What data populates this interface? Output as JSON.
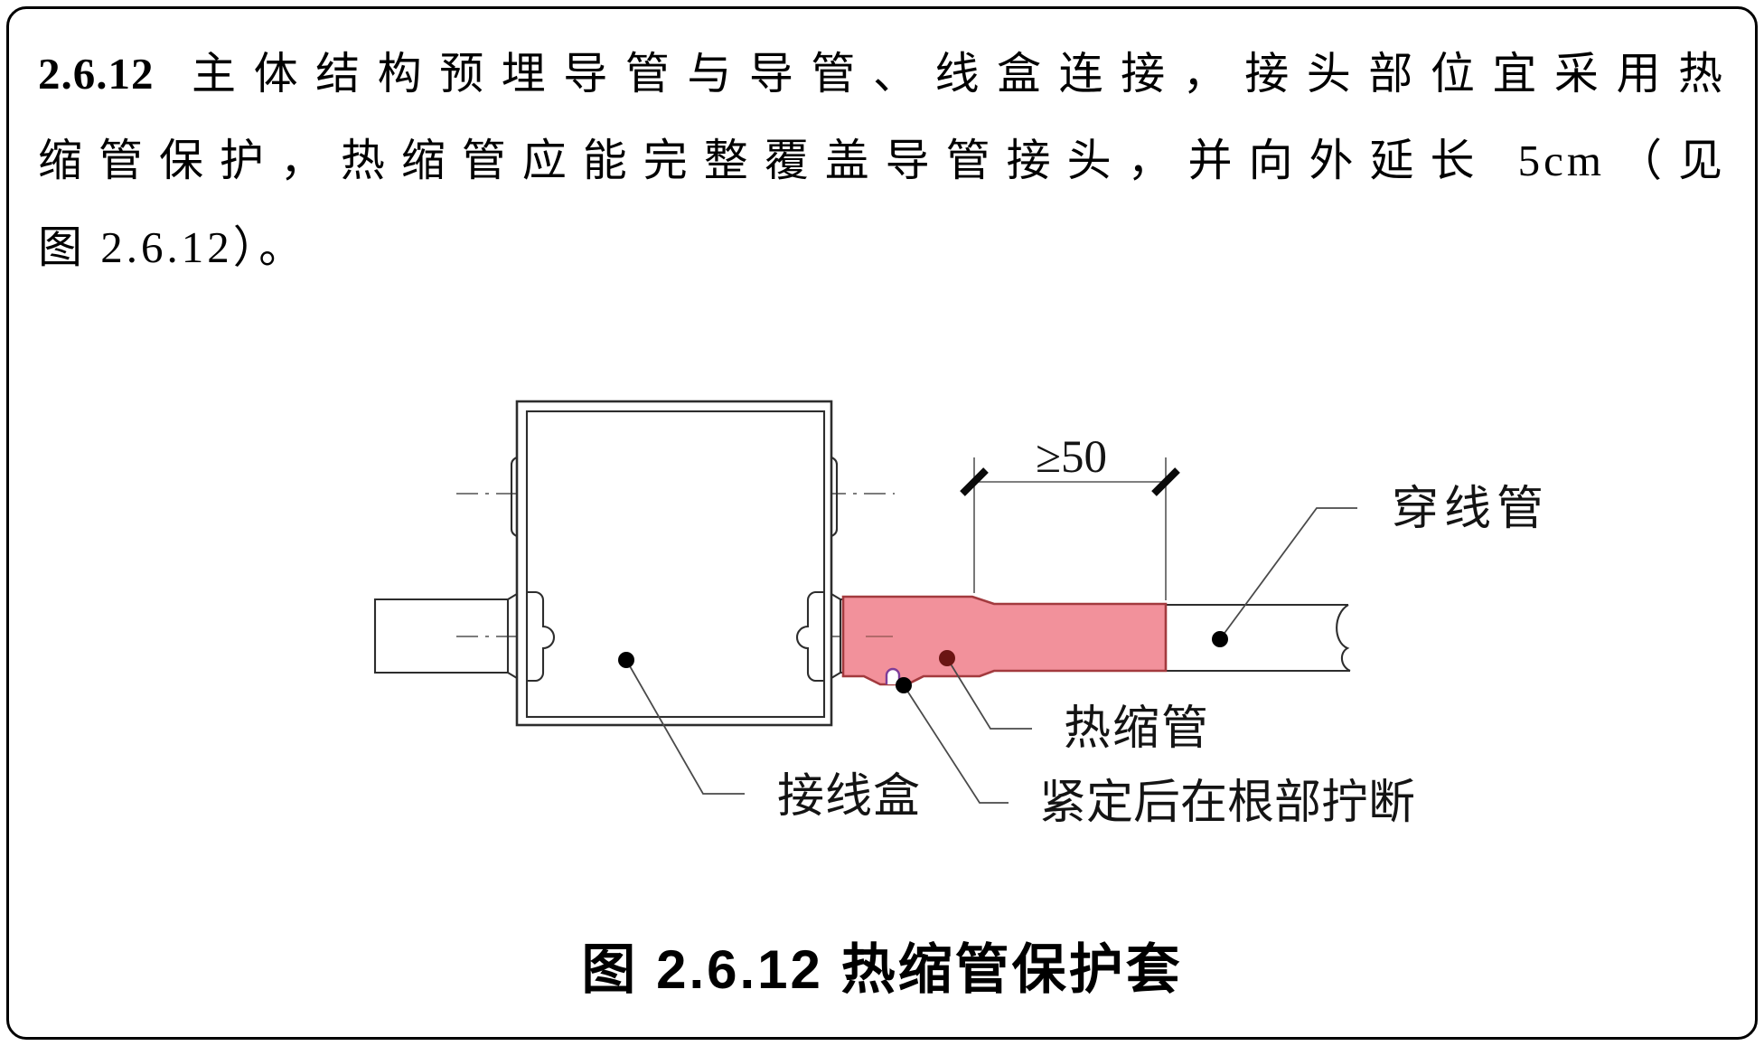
{
  "page": {
    "background": "#ffffff",
    "border_color": "#000000"
  },
  "paragraph": {
    "clause_number": "2.6.12",
    "line1_rest": "主体结构预埋导管与导管、线盒连接，接头部位宜采用热",
    "line2": "缩管保护，热缩管应能完整覆盖导管接头，并向外延长 5cm（见",
    "line3": "图 2.6.12）。"
  },
  "figure": {
    "dimension_label": "≥50",
    "labels": {
      "conduit": "穿线管",
      "heat_shrink_tube": "热缩管",
      "junction_box": "接线盒",
      "twist_off_note": "紧定后在根部拧断"
    },
    "caption": "图 2.6.12  热缩管保护套",
    "colors": {
      "heat_shrink_fill": "#F2919B",
      "heat_shrink_border": "#A33A3E",
      "heat_shrink_centerline": "#B26A6A",
      "twist_nub_outline": "#7D3C98",
      "leader_dot": "#000000",
      "heat_shrink_dot": "#6B1513",
      "line_color": "#3A3A3A"
    }
  }
}
